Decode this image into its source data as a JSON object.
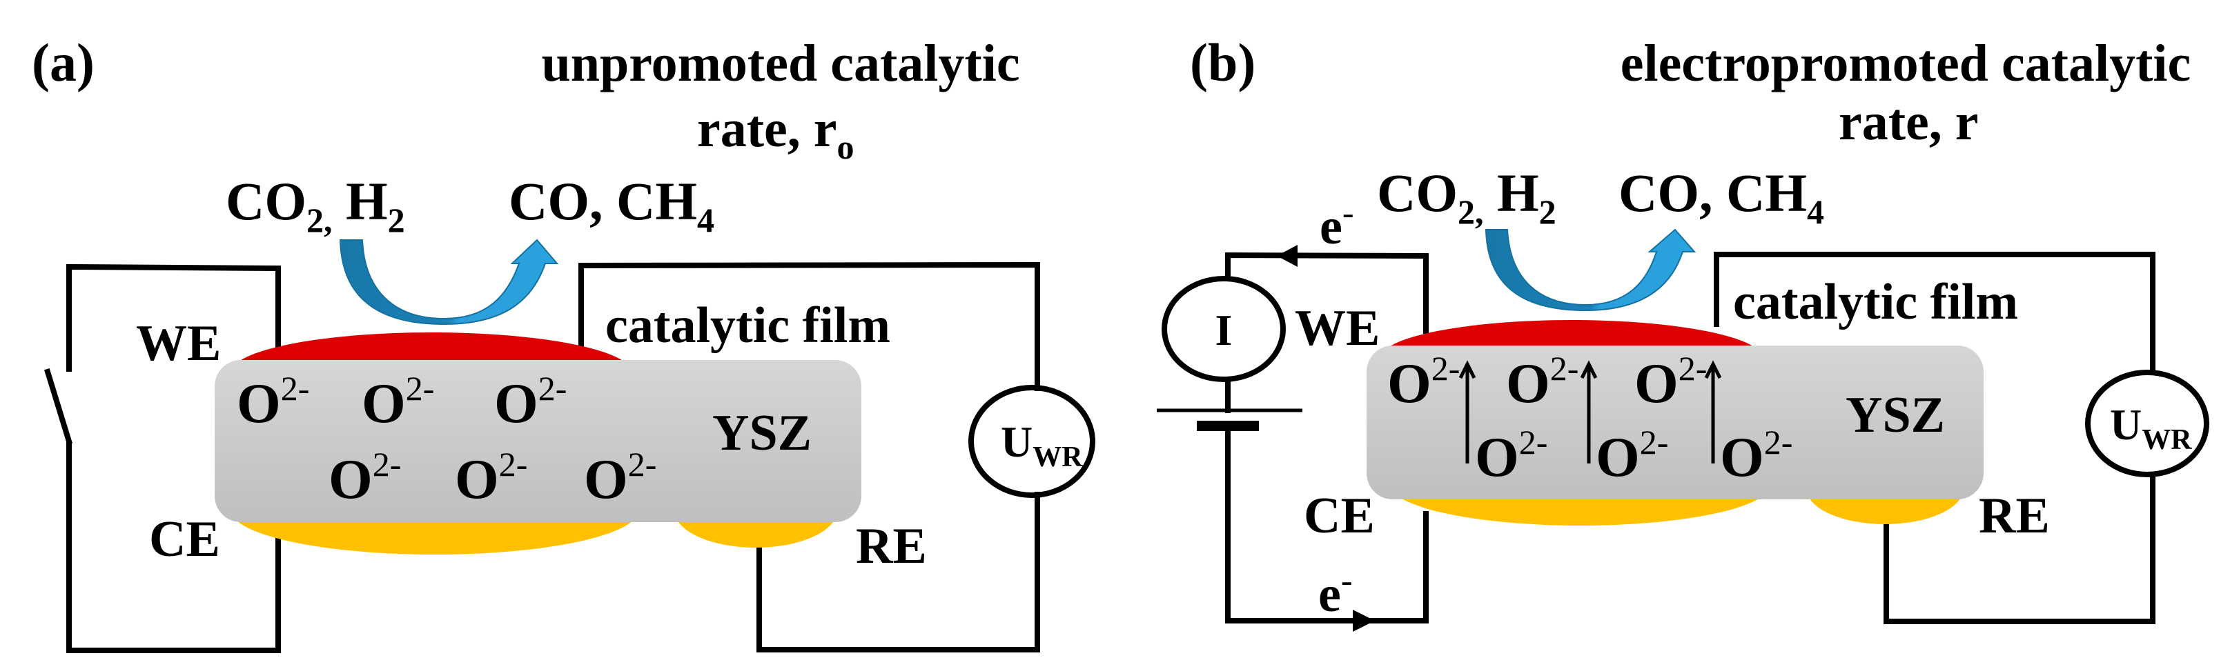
{
  "figure": {
    "panels": [
      {
        "id": "a",
        "label": "(a)",
        "title_line1": "unpromoted catalytic",
        "title_line2_main": "rate, r",
        "title_line2_sub": "o",
        "reactants": {
          "co": "CO",
          "co_sub": "2,",
          "h": " H",
          "h_sub": "2"
        },
        "products": {
          "main": "CO, CH",
          "sub": "4"
        },
        "catalytic_film_label": "catalytic film",
        "electrolyte_label": "YSZ",
        "working_electrode_label": "WE",
        "counter_electrode_label": "CE",
        "reference_electrode_label": "RE",
        "voltmeter": {
          "main": "U",
          "sub": "WR"
        },
        "ions": {
          "symbol": "O",
          "charge": "2-",
          "count_top": 3,
          "count_bottom": 3
        },
        "circuit_state": "open switch"
      },
      {
        "id": "b",
        "label": "(b)",
        "title_line1": "electropromoted catalytic",
        "title_line2_main": "rate, r",
        "title_line2_sub": "",
        "reactants": {
          "co": "CO",
          "co_sub": "2,",
          "h": " H",
          "h_sub": "2"
        },
        "products": {
          "main": "CO, CH",
          "sub": "4"
        },
        "catalytic_film_label": "catalytic film",
        "electrolyte_label": "YSZ",
        "working_electrode_label": "WE",
        "counter_electrode_label": "CE",
        "reference_electrode_label": "RE",
        "voltmeter": {
          "main": "U",
          "sub": "WR"
        },
        "current_source": "I",
        "electron": {
          "symbol": "e",
          "charge": "-"
        },
        "ions": {
          "symbol": "O",
          "charge": "2-",
          "count_top": 3,
          "count_bottom": 3
        },
        "circuit_state": "galvanostatic current applied"
      }
    ],
    "colors": {
      "catalytic_film": "#dd0000",
      "counter_reference_electrodes": "#ffc000",
      "electrolyte_top": "#d6d6d6",
      "electrolyte_bottom": "#bfbfbf",
      "arrow_dark": "#1878a8",
      "arrow_light": "#2aa2de"
    }
  }
}
